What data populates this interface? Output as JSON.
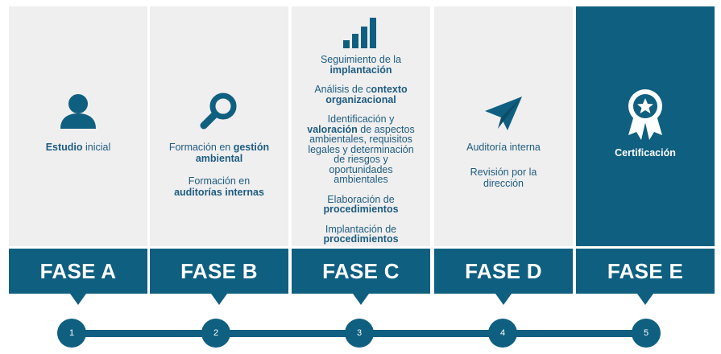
{
  "columns": [
    {
      "icon": "user-icon",
      "lines": [
        {
          "pre": "",
          "bold": "Estudio",
          "post": " inicial"
        }
      ]
    },
    {
      "icon": "magnifier-icon",
      "lines": [
        {
          "pre": "Formación en ",
          "bold": "gestión ambiental",
          "post": ""
        },
        {
          "pre": "Formación en ",
          "bold": "auditorías internas",
          "post": ""
        }
      ]
    },
    {
      "icon": "bar-chart-icon",
      "lines": [
        {
          "pre": "Seguimiento de la ",
          "bold": "implantación",
          "post": ""
        },
        {
          "pre": "Análisis de c",
          "bold": "ontexto organizacional",
          "post": ""
        },
        {
          "pre": "Identificación y ",
          "bold": "valoración",
          "post": " de aspectos ambientales, requisitos legales y determinación de riesgos y oportunidades ambientales"
        },
        {
          "pre": "Elaboración de ",
          "bold": "procedimientos",
          "post": ""
        },
        {
          "pre": "Implantación de ",
          "bold": "procedimientos",
          "post": ""
        }
      ]
    },
    {
      "icon": "paper-plane-icon",
      "lines": [
        {
          "pre": "Auditoría interna",
          "bold": "",
          "post": ""
        },
        {
          "pre": "Revisión por la dirección",
          "bold": "",
          "post": ""
        }
      ]
    },
    {
      "icon": "award-ribbon-icon",
      "lines": [
        {
          "pre": "Certificación",
          "bold": "",
          "post": ""
        }
      ]
    }
  ],
  "phases": [
    "FASE A",
    "FASE B",
    "FASE C",
    "FASE D",
    "FASE E"
  ],
  "steps": [
    "1",
    "2",
    "3",
    "4",
    "5"
  ],
  "colors": {
    "primary": "#0f5f80",
    "panel": "#efefef",
    "text": "#1e5c80"
  }
}
